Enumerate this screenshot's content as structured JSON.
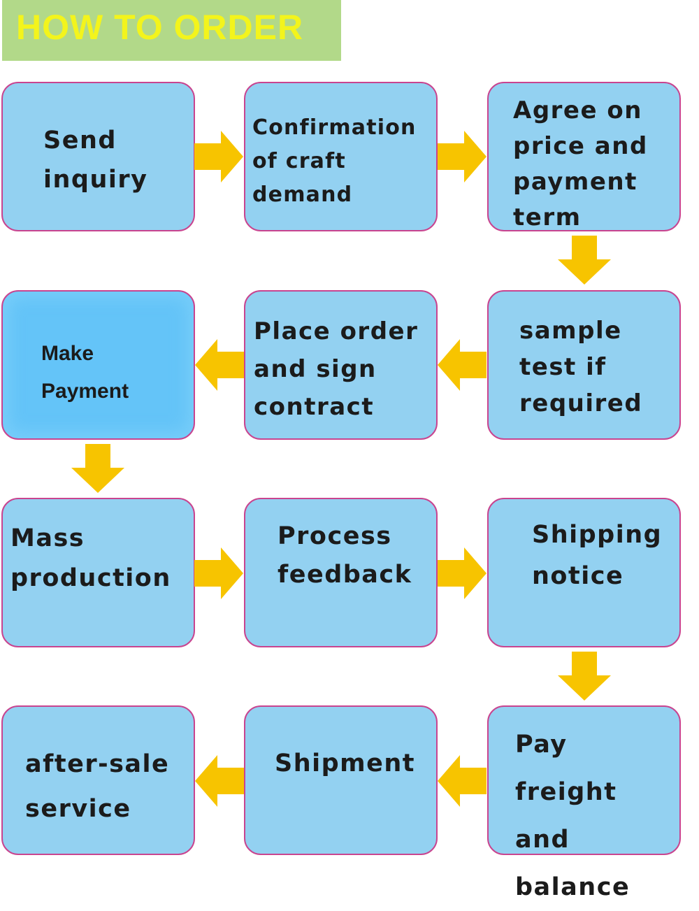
{
  "banner": {
    "title": "HOW TO ORDER"
  },
  "colors": {
    "banner_bg": "#b2d989",
    "banner_text": "#f3f41c",
    "step_fill": "#93d1f1",
    "step_border": "#c9448f",
    "arrow": "#f7c400"
  },
  "steps": [
    {
      "label": "Send\ninquiry"
    },
    {
      "label": "Confirmation\nof craft\ndemand"
    },
    {
      "label": "Agree on\nprice and\npayment\nterm"
    },
    {
      "label": "sample\ntest if\nrequired"
    },
    {
      "label": "Place order\nand sign\ncontract"
    },
    {
      "label": "Make\nPayment"
    },
    {
      "label": "Mass\nproduction"
    },
    {
      "label": "Process\nfeedback"
    },
    {
      "label": "Shipping\nnotice"
    },
    {
      "label": "Pay\nfreight and\nbalance"
    },
    {
      "label": "Shipment"
    },
    {
      "label": "after-sale\nservice"
    }
  ],
  "flow": [
    {
      "from": 1,
      "to": 2,
      "direction": "right"
    },
    {
      "from": 2,
      "to": 3,
      "direction": "right"
    },
    {
      "from": 3,
      "to": 4,
      "direction": "down"
    },
    {
      "from": 4,
      "to": 5,
      "direction": "left"
    },
    {
      "from": 5,
      "to": 6,
      "direction": "left"
    },
    {
      "from": 6,
      "to": 7,
      "direction": "down"
    },
    {
      "from": 7,
      "to": 8,
      "direction": "right"
    },
    {
      "from": 8,
      "to": 9,
      "direction": "right"
    },
    {
      "from": 9,
      "to": 10,
      "direction": "down"
    },
    {
      "from": 10,
      "to": 11,
      "direction": "left"
    },
    {
      "from": 11,
      "to": 12,
      "direction": "left"
    }
  ]
}
